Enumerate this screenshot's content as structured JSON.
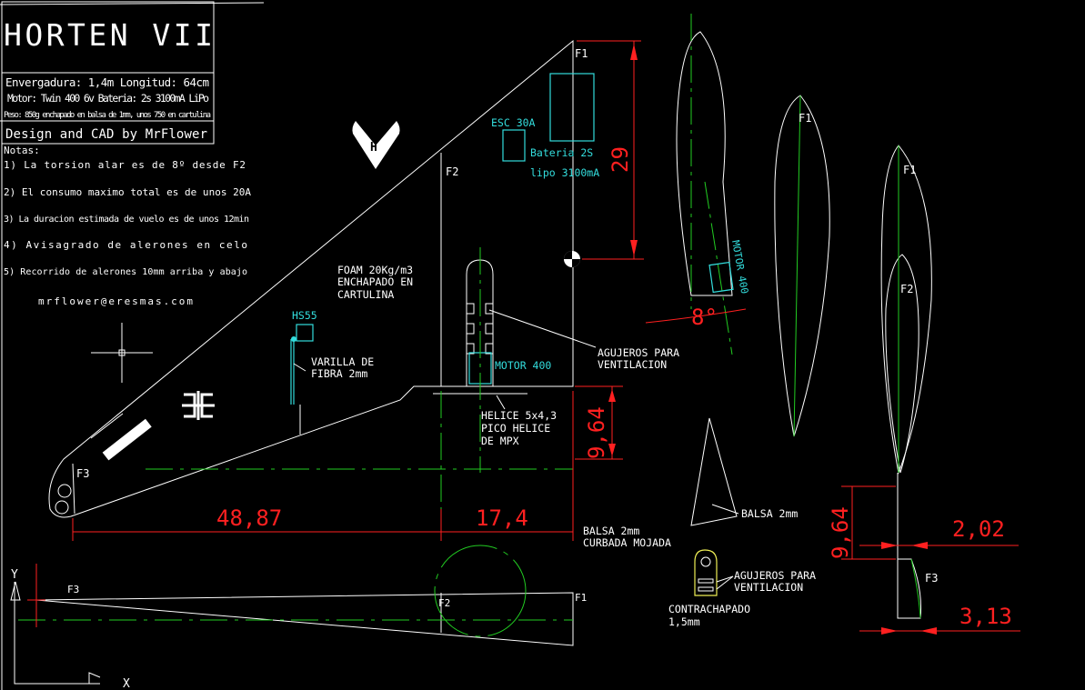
{
  "title_block": {
    "title": "HORTEN VII",
    "spec1": "Envergadura: 1,4m Longitud: 64cm",
    "spec2": "Motor: Twin 400 6v  Bateria: 2s 3100mA LiPo",
    "spec3": "Peso: 850g enchapado en balsa de 1mm, unos 750 en cartulina",
    "credit": "Design and CAD by MrFlower"
  },
  "notes": {
    "heading": "Notas:",
    "items": [
      "1) La torsion alar es de 8º desde F2",
      "2) El consumo maximo total es de unos 20A",
      "3) La duracion estimada de vuelo es de unos 12min",
      "4) Avisagrado de alerones en celo",
      "5) Recorrido de alerones 10mm arriba y abajo"
    ],
    "email": "mrflower@eresmas.com"
  },
  "labels": {
    "f1": "F1",
    "f2": "F2",
    "f3": "F3",
    "h_badge": "H",
    "esc": "ESC 30A",
    "battery1": "Bateria 2S",
    "battery2": "lipo 3100mA",
    "foam1": "FOAM 20Kg/m3",
    "foam2": "ENCHAPADO EN",
    "foam3": "CARTULINA",
    "servo": "HS55",
    "rod1": "VARILLA DE",
    "rod2": "FIBRA 2mm",
    "motor": "MOTOR 400",
    "motor_side": "MOTOR 400",
    "vent1": "AGUJEROS PARA",
    "vent2": "VENTILACION",
    "prop1": "HELICE 5x4,3",
    "prop2": "PICO HELICE",
    "prop3": "DE MPX",
    "balsa": "BALSA 2mm",
    "balsa_curved1": "BALSA 2mm",
    "balsa_curved2": "CURBADA MOJADA",
    "vent_b1": "AGUJEROS PARA",
    "vent_b2": "VENTILACION",
    "ply1": "CONTRACHAPADO",
    "ply2": "1,5mm",
    "axis_x": "X",
    "axis_y": "Y"
  },
  "dimensions": {
    "d_48_87": "48,87",
    "d_17_4": "17,4",
    "d_29": "29",
    "d_9_64_a": "9,64",
    "d_9_64_b": "9,64",
    "d_2_02": "2,02",
    "d_3_13": "3,13",
    "angle": "8°"
  },
  "colors": {
    "background": "#000000",
    "lines": "#ffffff",
    "dimensions": "#ff2020",
    "centerlines": "#22cc22",
    "components": "#33dddd"
  }
}
